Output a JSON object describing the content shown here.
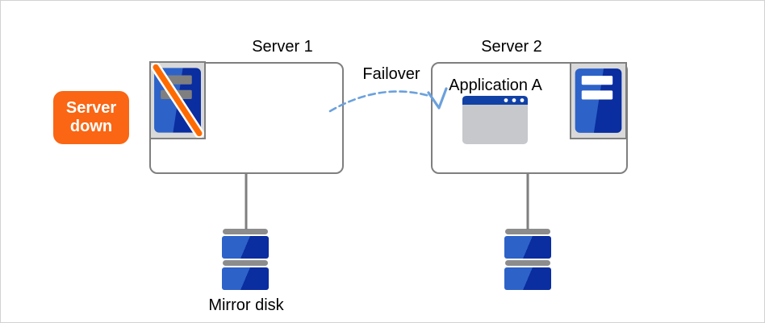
{
  "nodes": {
    "server1": {
      "label": "Server 1",
      "status": "down",
      "icon": "server-tower-crossed-icon"
    },
    "server2": {
      "label": "Server 2",
      "status": "up",
      "application": "Application A",
      "icon": "server-tower-icon"
    }
  },
  "badge": {
    "line1": "Server",
    "line2": "down"
  },
  "edge": {
    "label": "Failover",
    "style": "dashed-arc",
    "from": "server1",
    "to": "server2"
  },
  "storage": {
    "mirror_disk_label": "Mirror disk"
  },
  "icons": {
    "server1": "server-tower-with-slash-icon",
    "server2": "server-tower-icon",
    "application": "application-window-icon",
    "disk": "mirror-disk-stack-icon"
  },
  "colors": {
    "canvas_border": "#d2d2d2",
    "box_border": "#7f7f7f",
    "connector_gray": "#7f7f7f",
    "icon_frame_bg": "#d9d9d9",
    "server_blue_light": "#2d62c8",
    "server_blue_dark": "#0a2da0",
    "tower_bar_white": "#ffffff",
    "tower_bar_gray": "#7f7f7f",
    "badge_orange": "#fa6613",
    "slash_orange": "#ff6a00",
    "window_titlebar_blue": "#1241a6",
    "window_body_gray": "#c6c8cb",
    "disk_cap_gray": "#8c8c8c",
    "arrow_blue": "#6ba1dc",
    "label_black": "#000000",
    "badge_text_white": "#ffffff"
  }
}
